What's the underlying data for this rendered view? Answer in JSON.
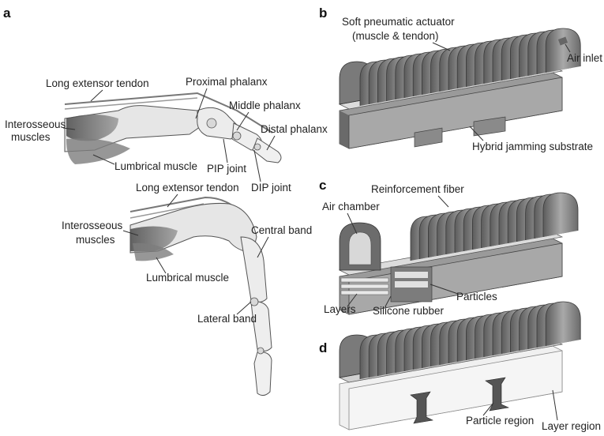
{
  "panels": {
    "a": "a",
    "b": "b",
    "c": "c",
    "d": "d"
  },
  "finger_extended": {
    "long_extensor_tendon": "Long extensor tendon",
    "proximal_phalanx": "Proximal phalanx",
    "middle_phalanx": "Middle phalanx",
    "distal_phalanx": "Distal phalanx",
    "interosseous_1": "Interosseous",
    "interosseous_2": "muscles",
    "lumbrical_muscle": "Lumbrical muscle",
    "pip_joint": "PIP joint",
    "dip_joint": "DIP joint"
  },
  "finger_flexed": {
    "long_extensor_tendon": "Long extensor tendon",
    "interosseous_1": "Interosseous",
    "interosseous_2": "muscles",
    "central_band": "Central band",
    "lumbrical_muscle": "Lumbrical muscle",
    "lateral_band": "Lateral band"
  },
  "panel_b": {
    "actuator_1": "Soft pneumatic actuator",
    "actuator_2": "(muscle & tendon)",
    "air_inlet": "Air inlet",
    "substrate": "Hybrid jamming substrate"
  },
  "panel_c": {
    "reinforcement_fiber": "Reinforcement fiber",
    "air_chamber": "Air chamber",
    "particles": "Particles",
    "layers": "Layers",
    "silicone_rubber": "Silicone rubber"
  },
  "panel_d": {
    "particle_region": "Particle region",
    "layer_region": "Layer region"
  }
}
